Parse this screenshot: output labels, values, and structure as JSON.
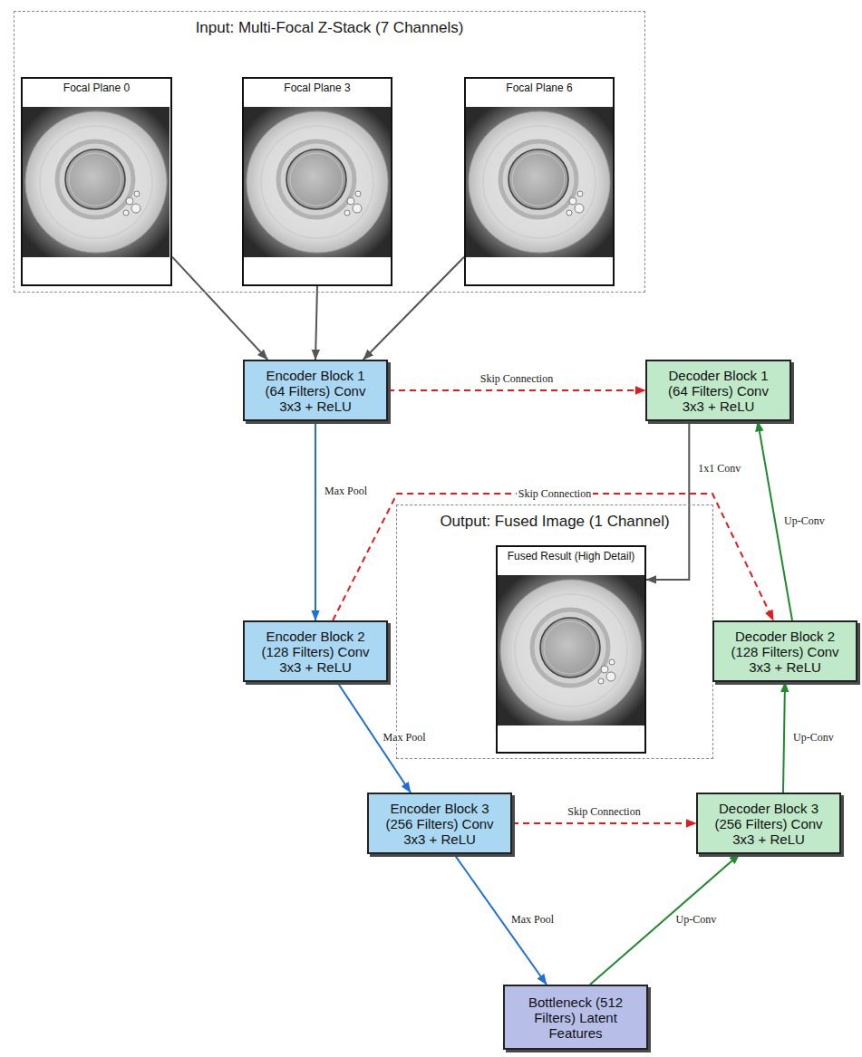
{
  "diagram": {
    "nodes": [
      {
        "text": [
          "Input: Multi-Focal Z-Stack (7 Channels)"
        ]
      },
      {
        "text": [
          "Focal Plane 0"
        ],
        "in": 0
      },
      {
        "text": [
          "Focal Plane 3"
        ],
        "in": 0
      },
      {
        "text": [
          "Focal Plane 6"
        ],
        "in": 0
      },
      {
        "text": [
          "Encoder Block 1 (64 Filters) Conv 3x3 + ReLU"
        ]
      },
      {
        "text": [
          "Decoder Block 1 (64 Filters) Conv 3x3 + ReLU"
        ]
      },
      {
        "text": [
          "Output: Fused Image (1 Channel)"
        ]
      },
      {
        "text": [
          "Fused Result (High Detail)"
        ],
        "in": 6
      },
      {
        "text": [
          "Encoder Block 2 (128 Filters) Conv 3x3 + ReLU"
        ]
      },
      {
        "text": [
          "Decoder Block 2 (128 Filters) Conv 3x3 + ReLU"
        ]
      },
      {
        "text": [
          "Encoder Block 3 (256 Filters) Conv 3x3 + ReLU"
        ]
      },
      {
        "text": [
          "Decoder Block 3 (256 Filters) Conv 3x3 + ReLU"
        ]
      },
      {
        "text": [
          "Bottleneck (512 Filters) Latent Features"
        ]
      }
    ],
    "edges": [
      {
        "from": 1,
        "to": 4,
        "arrow": "to"
      },
      {
        "from": 2,
        "to": 4,
        "arrow": "to"
      },
      {
        "from": 3,
        "to": 4,
        "arrow": "to"
      },
      {
        "from": 4,
        "to": 5,
        "label": "Skip Connection",
        "arrow": "to"
      },
      {
        "from": 4,
        "to": 8,
        "label": "Max Pool",
        "arrow": "to"
      },
      {
        "from": 8,
        "to": 9,
        "label": "Skip Connection",
        "arrow": "to"
      },
      {
        "from": 8,
        "to": 10,
        "label": "Max Pool",
        "arrow": "to"
      },
      {
        "from": 10,
        "to": 11,
        "label": "Skip Connection",
        "arrow": "to"
      },
      {
        "from": 10,
        "to": 12,
        "label": "Max Pool",
        "arrow": "to"
      },
      {
        "from": 12,
        "to": 11,
        "label": "Up-Conv",
        "arrow": "to"
      },
      {
        "from": 11,
        "to": 9,
        "label": "Up-Conv",
        "arrow": "to"
      },
      {
        "from": 9,
        "to": 5,
        "label": "Up-Conv",
        "arrow": "to"
      },
      {
        "from": 5,
        "to": 7,
        "label": "1x1 Conv",
        "arrow": "to"
      }
    ]
  }
}
